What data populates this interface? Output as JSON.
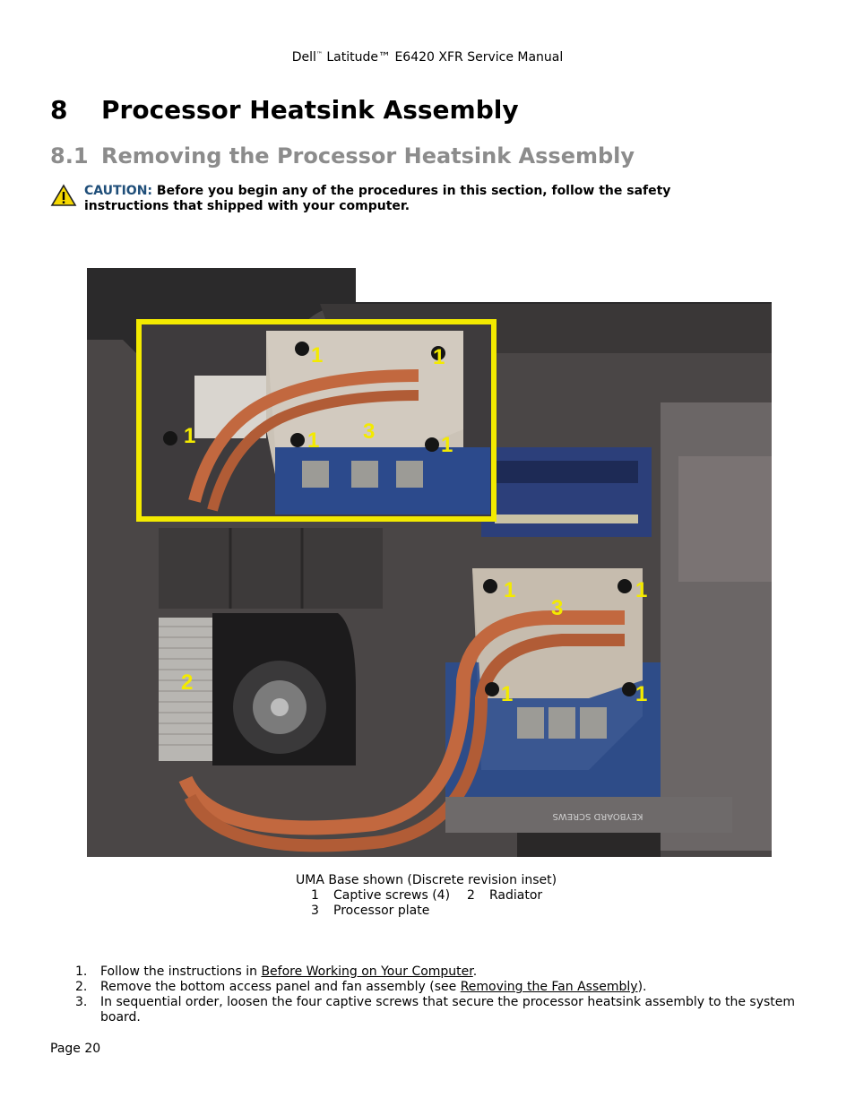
{
  "header": {
    "text_a": "Dell",
    "tm": "™",
    "text_b": " Latitude™ E6420 XFR Service Manual"
  },
  "chapter": {
    "number": "8",
    "title": "Processor Heatsink Assembly"
  },
  "section": {
    "number": "8.1",
    "title": "Removing the Processor Heatsink Assembly"
  },
  "caution": {
    "icon": "warning-triangle-icon",
    "label": "CAUTION:",
    "text": " Before you begin any of the procedures in this section, follow the safety instructions that shipped with your computer."
  },
  "figure": {
    "callouts": [
      "1",
      "1",
      "1",
      "3",
      "1",
      "1",
      "1",
      "3",
      "1",
      "1",
      "2"
    ],
    "label_text": [
      "KEYBOARD SCREWS"
    ],
    "caption": "UMA Base shown (Discrete revision inset)",
    "legend": [
      {
        "num": "1",
        "label": "Captive screws (4)",
        "num2": "2",
        "label2": "Radiator"
      },
      {
        "num": "3",
        "label": "Processor plate"
      }
    ]
  },
  "steps": [
    {
      "num": "1.",
      "before": "Follow the instructions in ",
      "link": "Before Working on Your Computer",
      "after": "."
    },
    {
      "num": "2.",
      "before": "Remove the bottom access panel and fan assembly (see ",
      "link": "Removing the Fan Assembly",
      "after": ")."
    },
    {
      "num": "3.",
      "before": "In sequential order, loosen the four captive screws that secure the processor heatsink assembly to the system board.",
      "link": "",
      "after": ""
    }
  ],
  "footer": {
    "page": "Page 20"
  }
}
